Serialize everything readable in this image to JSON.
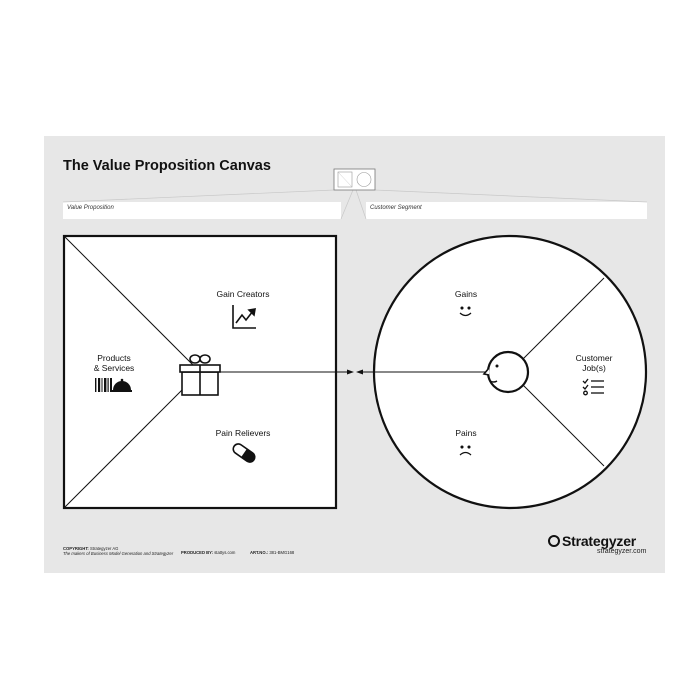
{
  "canvas": {
    "title": "The Value Proposition Canvas",
    "value_proposition_field": "Value Proposition",
    "customer_segment_field": "Customer Segment"
  },
  "value_map": {
    "gain_creators": "Gain Creators",
    "products_services_line1": "Products",
    "products_services_line2": "& Services",
    "pain_relievers": "Pain Relievers"
  },
  "customer_profile": {
    "gains": "Gains",
    "customer_jobs_line1": "Customer",
    "customer_jobs_line2": "Job(s)",
    "pains": "Pains"
  },
  "footer": {
    "copyright_label": "COPYRIGHT:",
    "copyright_value": "Strategyzer AG",
    "copyright_note": "The makers of Business Model Generation and Strategyzer",
    "produced_label": "PRODUCED BY:",
    "produced_value": "stattys.com",
    "art_label": "ART.NO.:",
    "art_value": "381-BMG168",
    "brand": "Strategyzer",
    "brand_url": "strategyzer.com"
  },
  "icons": [
    "gift-icon",
    "chart-up-icon",
    "barcode-icon",
    "cloche-icon",
    "pill-icon",
    "smile-icon",
    "frown-icon",
    "checklist-icon",
    "face-icon",
    "canvas-thumbnail-icon",
    "strategyzer-logo-icon"
  ]
}
